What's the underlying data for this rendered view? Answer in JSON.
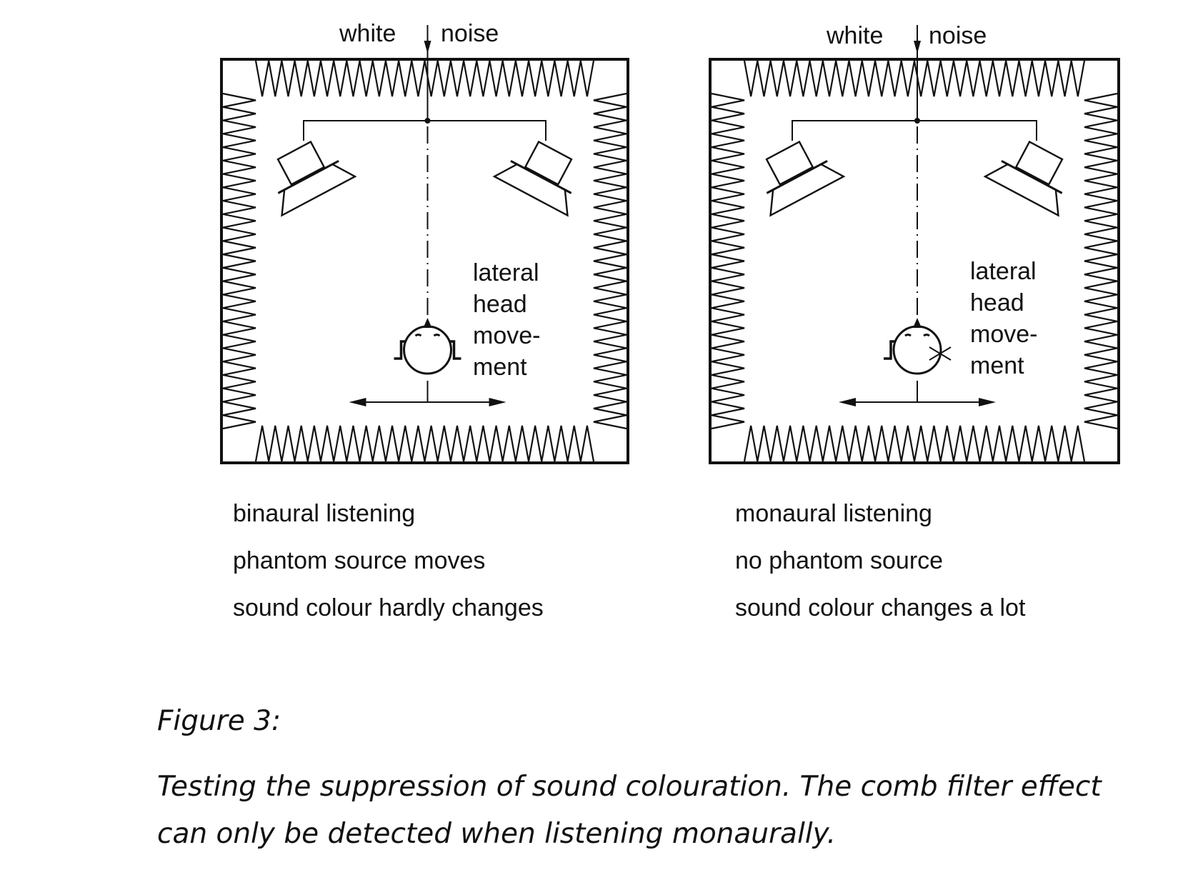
{
  "figure": {
    "panels": [
      {
        "id": "binaural",
        "source_label_left": "white",
        "source_label_right": "noise",
        "movement_label": [
          "lateral",
          "head",
          "move-",
          "ment"
        ],
        "description": [
          "binaural listening",
          "phantom source moves",
          "sound colour hardly changes"
        ],
        "one_ear_blocked": false
      },
      {
        "id": "monaural",
        "source_label_left": "white",
        "source_label_right": "noise",
        "movement_label": [
          "lateral",
          "head",
          "move-",
          "ment"
        ],
        "description": [
          "monaural listening",
          "no phantom source",
          "sound colour changes a lot"
        ],
        "one_ear_blocked": true
      }
    ],
    "caption_title": "Figure 3:",
    "caption_lines": [
      "Testing the suppression of sound colouration. The comb filter effect",
      "can only be detected when listening monaurally."
    ]
  }
}
